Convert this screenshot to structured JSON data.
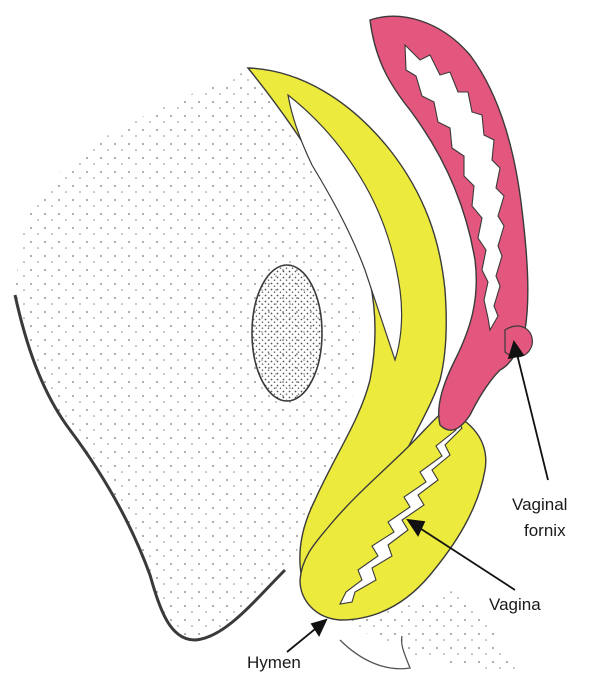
{
  "labels": {
    "vaginal_fornix_line1": "Vaginal",
    "vaginal_fornix_line2": "fornix",
    "vagina": "Vagina",
    "hymen": "Hymen"
  },
  "colors": {
    "yellow_tissue": "#ecea3c",
    "pink_tissue": "#e3567e",
    "outline": "#3a3a3a",
    "stipple": "#6a6a6a"
  }
}
